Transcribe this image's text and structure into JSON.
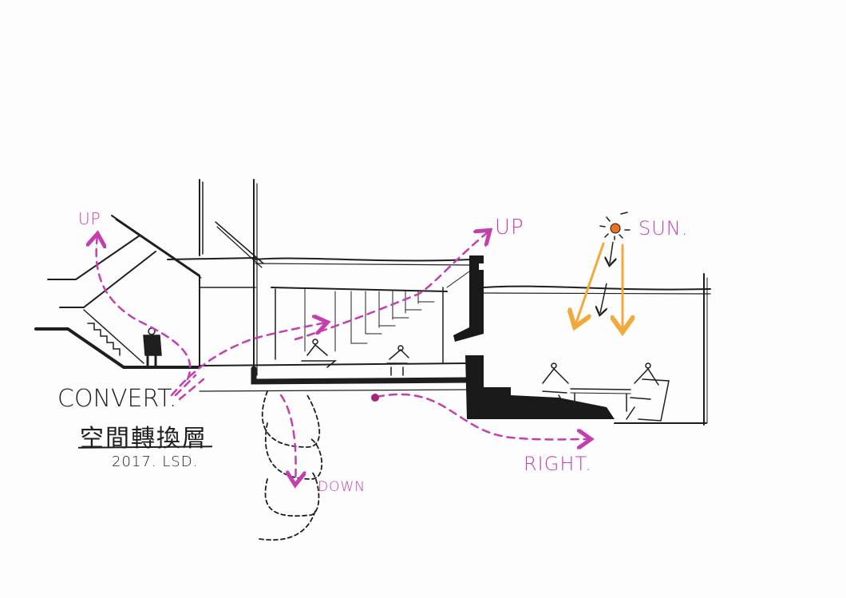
{
  "diagram": {
    "type": "architectural-section-sketch",
    "medium": "hand-drawn marker on paper",
    "colors": {
      "ink": "#1e1e1e",
      "annotation_magenta": "#c43fae",
      "sunlight_orange": "#f2a93b",
      "sun_core": "#e8731c",
      "paper": "#fdfdfd"
    }
  },
  "annotations": {
    "up_left": "UP",
    "up_middle": "UP",
    "sun": "SUN.",
    "right": "RIGHT.",
    "down": "DOWN"
  },
  "title_block": {
    "title": "CONVERT.",
    "subtitle_chinese": "空間轉換層",
    "signature": "2017. LSD."
  },
  "elements": {
    "sun_icon": "sun",
    "figures": [
      {
        "name": "standing-figure",
        "location": "lower-left near stair"
      },
      {
        "name": "seated-figure-1",
        "location": "middle level"
      },
      {
        "name": "seated-figure-2",
        "location": "middle level"
      },
      {
        "name": "seated-figure-3",
        "location": "right lower room"
      },
      {
        "name": "seated-figure-4",
        "location": "right lower room"
      }
    ]
  }
}
